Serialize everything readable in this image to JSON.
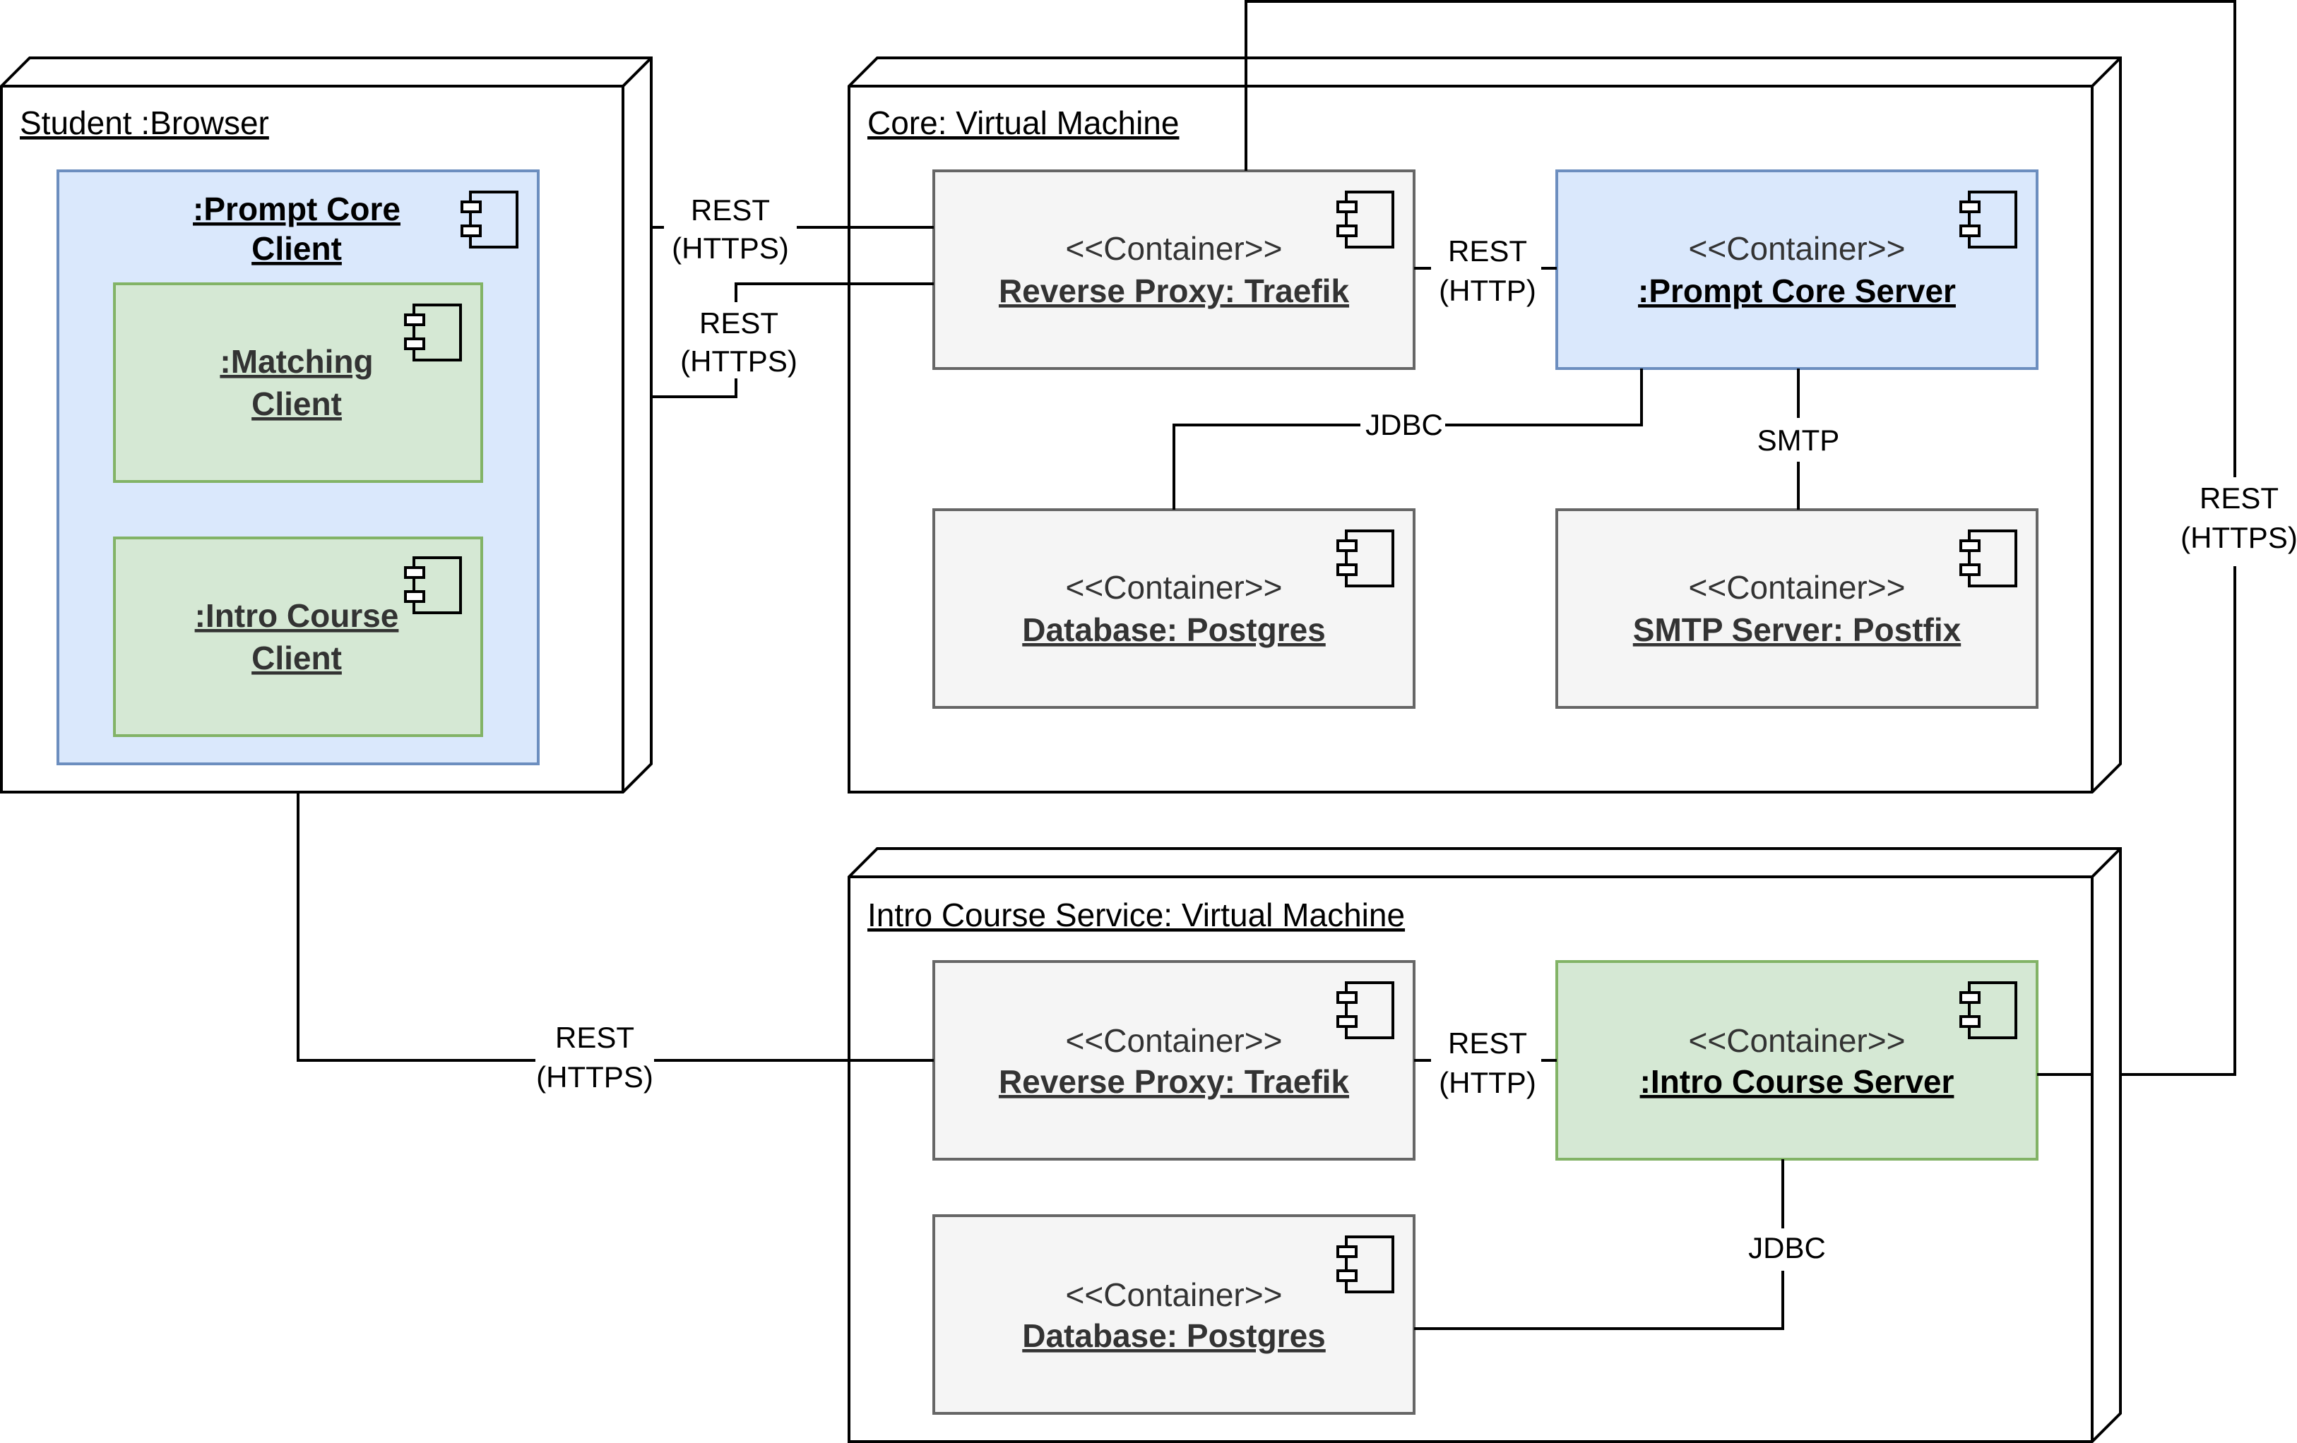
{
  "colors": {
    "blue_fill": "#dae8fc",
    "blue_stroke": "#6c8ebf",
    "green_fill": "#d5e8d4",
    "green_stroke": "#82b366",
    "gray_fill": "#f5f5f5",
    "gray_stroke": "#666666",
    "line": "#000000"
  },
  "nodes": {
    "browser": {
      "label": "Student :Browser"
    },
    "core_vm": {
      "label": "Core: Virtual Machine"
    },
    "intro_vm": {
      "label": "Intro Course Service: Virtual Machine "
    }
  },
  "components": {
    "prompt_core_client": {
      "line1": ":Prompt Core ",
      "line2": "Client"
    },
    "matching_client": {
      "line1": ":Matching",
      "line2": "Client"
    },
    "intro_course_client": {
      "line1": ":Intro Course",
      "line2": "Client"
    },
    "core_proxy": {
      "stereotype": "<<Container>>",
      "name": "Reverse Proxy: Traefik"
    },
    "prompt_core_server": {
      "stereotype": "<<Container>>",
      "name": ":Prompt Core Server"
    },
    "core_db": {
      "stereotype": "<<Container>>",
      "name": "Database: Postgres"
    },
    "smtp_server": {
      "stereotype": "<<Container>>",
      "name": "SMTP Server: Postfix"
    },
    "intro_proxy": {
      "stereotype": "<<Container>>",
      "name": "Reverse Proxy: Traefik"
    },
    "intro_course_server": {
      "stereotype": "<<Container>>",
      "name": ":Intro Course Server"
    },
    "intro_db": {
      "stereotype": "<<Container>>",
      "name": "Database: Postgres"
    }
  },
  "edges": {
    "client_to_proxy": {
      "line1": "REST",
      "line2": "(HTTPS)"
    },
    "matching_to_proxy": {
      "line1": "REST",
      "line2": "(HTTPS)"
    },
    "core_proxy_to_server": {
      "line1": "REST",
      "line2": "(HTTP)"
    },
    "core_server_to_db": {
      "line1": "JDBC"
    },
    "core_server_to_smtp": {
      "line1": "SMTP"
    },
    "intro_client_to_proxy": {
      "line1": "REST",
      "line2": "(HTTPS)"
    },
    "intro_proxy_to_server": {
      "line1": "REST",
      "line2": "(HTTP)"
    },
    "intro_server_to_db": {
      "line1": "JDBC"
    },
    "intro_server_to_core_proxy": {
      "line1": "REST",
      "line2": "(HTTPS)"
    }
  },
  "icons": {
    "component": "uml-component-icon"
  }
}
